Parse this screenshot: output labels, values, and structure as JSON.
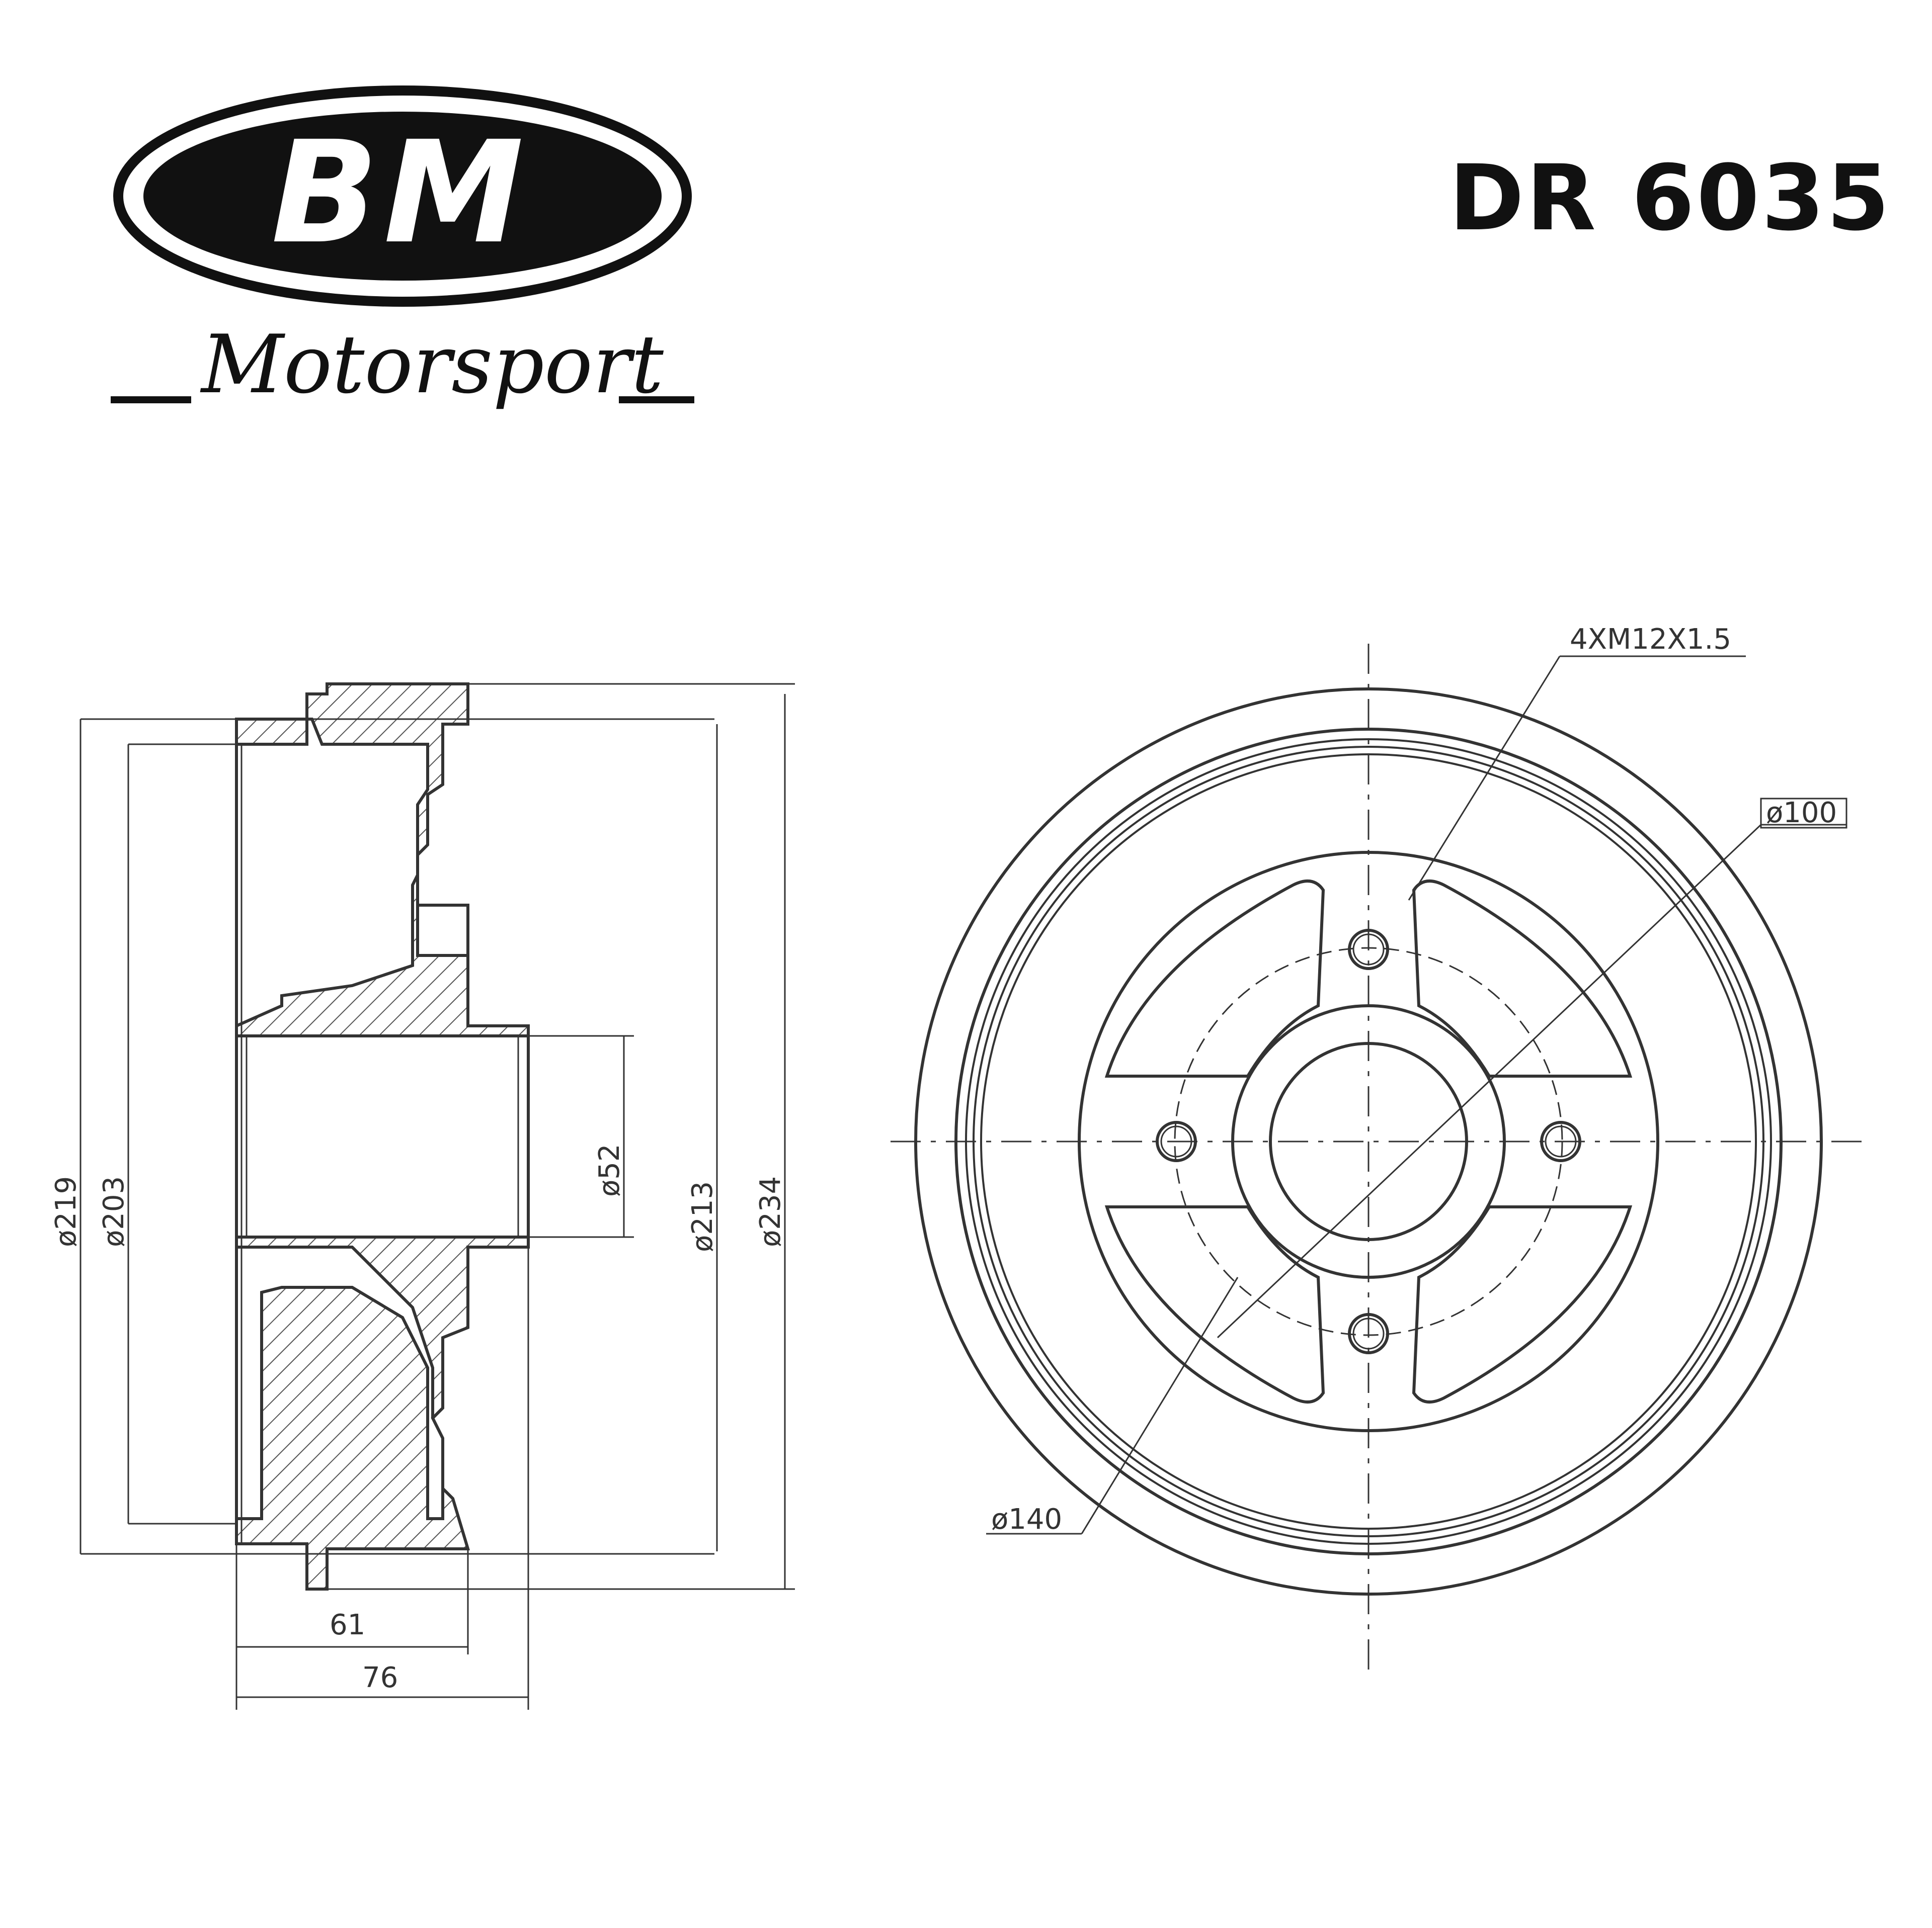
{
  "logo": {
    "mark": "BM",
    "tagline": "Motorsport"
  },
  "part_number": "DR 6035",
  "side_view": {
    "dims": {
      "d219": "ø219",
      "d203": "ø203",
      "d52": "ø52",
      "d213": "ø213",
      "d234": "ø234",
      "w61": "61",
      "w76": "76"
    }
  },
  "front_view": {
    "bolt_label": "4XM12X1.5",
    "pcd_label": "ø100",
    "hub_label": "ø140"
  },
  "colors": {
    "line": "#333333",
    "ink": "#111111",
    "background": "#ffffff"
  }
}
